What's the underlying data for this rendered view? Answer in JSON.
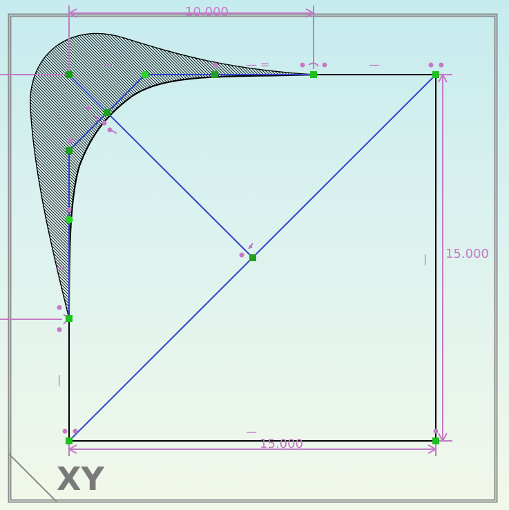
{
  "sketch": {
    "view_label": "XY",
    "dimensions": {
      "top_width": "10.000",
      "right_height": "15.000",
      "bottom_width": "15.000"
    },
    "constraint_glyphs": {
      "horizontal": "—",
      "vertical": "|",
      "equal": "="
    },
    "colors": {
      "sketch_line": "#000000",
      "construction_line": "#2d43c9",
      "dimension": "#c479c6",
      "point": "#1fbf1f",
      "frame": "#8c8c8c"
    }
  }
}
